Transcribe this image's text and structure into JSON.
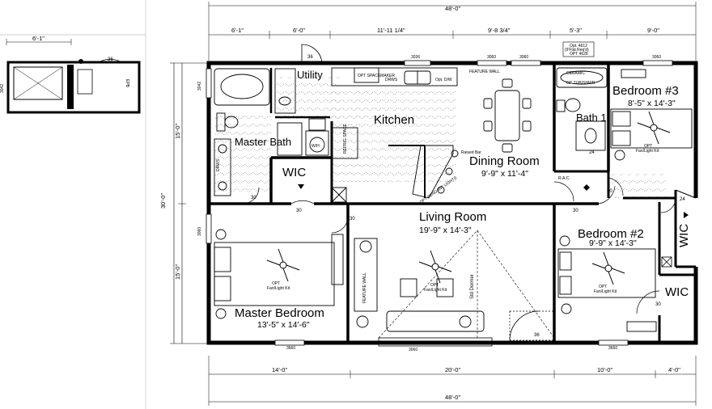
{
  "dimensions": {
    "overall_width": "48'-0\"",
    "overall_depth": "30'-0\"",
    "top_segments": [
      "6'-1\"",
      "6'-0\"",
      "11'-11 1/4\"",
      "9'-8 3/4\"",
      "5'-3\"",
      "9'-0\""
    ],
    "bottom_segments": [
      "14'-0\"",
      "20'-0\"",
      "10'-0\"",
      "4'-0\""
    ],
    "left_segments": [
      "15'-0\"",
      "15'-0\""
    ],
    "inset_width": "6'-1\""
  },
  "rooms": {
    "utility": {
      "name": "Utility"
    },
    "kitchen": {
      "name": "Kitchen"
    },
    "master_bath": {
      "name": "Master Bath"
    },
    "wic_master": {
      "name": "WIC"
    },
    "dining": {
      "name": "Dining Room",
      "size": "9'-9\" x 11'-4\""
    },
    "bath1": {
      "name": "Bath 1"
    },
    "bedroom3": {
      "name": "Bedroom #3",
      "size": "8'-5\" x 14'-3\""
    },
    "living": {
      "name": "Living Room",
      "size": "19'-9\" x 14'-3\""
    },
    "bedroom2": {
      "name": "Bedroom #2",
      "size": "9'-9\" x 14'-3\""
    },
    "wic_right_upper": {
      "name": "WIC"
    },
    "wic_right_lower": {
      "name": "WIC"
    },
    "master_bedroom": {
      "name": "Master Bedroom",
      "size": "13'-5\" x 14'-6\""
    }
  },
  "labels": {
    "window_3036": "3036",
    "window_3060a": "3060",
    "window_3060b": "3060",
    "window_3060c": "3060",
    "window_3660a": "3660",
    "window_3660b": "3660",
    "window_3042": "3042",
    "window_3060_left": "3060",
    "opt_4612": "Opt. 4612",
    "opt_4612b": "(9'Flat Req'd)",
    "opt_4628": "OPT 4628",
    "feature_wall": "FEATURE WALL",
    "feature_wall_v": "FEATURE WALL",
    "std_dormer": "Std Dormer",
    "raised_bar": "Raised Bar",
    "opt_pendant": "OPT PENDANT LIGHTS",
    "rac": "R.A.C.",
    "fan_light": "Fan/Light Kit",
    "opt": "OPT",
    "ceramic": "CERAMIC",
    "tub_shwr": "60\" TUB/SHWR",
    "opt_spacemaker": "OPT SPACEMAKER",
    "drws": "DRWS",
    "opt_dw": "Opt. D/W",
    "wh": "W/H",
    "refrig": "REFRIG SPACE",
    "epb": "EPB",
    "door_36": "36",
    "door_30": "30",
    "door_24": "24"
  }
}
